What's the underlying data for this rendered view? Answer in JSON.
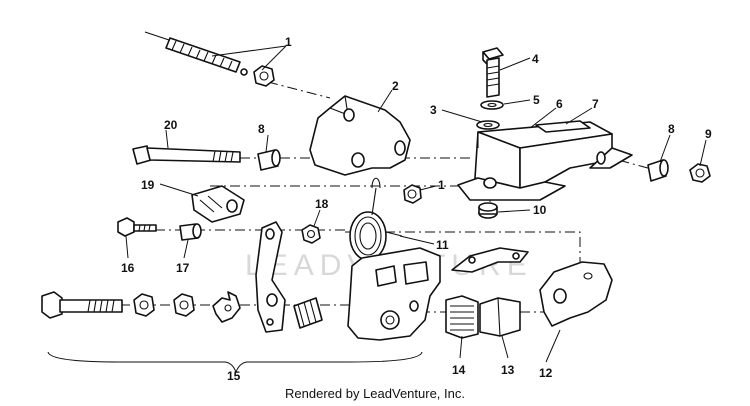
{
  "watermark": "LEADVENTURE",
  "footer": "Rendered by LeadVenture, Inc.",
  "callouts": {
    "c1a": "1",
    "c1b": "1",
    "c2": "2",
    "c3": "3",
    "c4": "4",
    "c5": "5",
    "c6": "6",
    "c7": "7",
    "c8a": "8",
    "c8b": "8",
    "c9": "9",
    "c10": "10",
    "c11": "11",
    "c12": "12",
    "c13": "13",
    "c14": "14",
    "c15": "15",
    "c16": "16",
    "c17": "17",
    "c18": "18",
    "c19": "19",
    "c20": "20"
  }
}
